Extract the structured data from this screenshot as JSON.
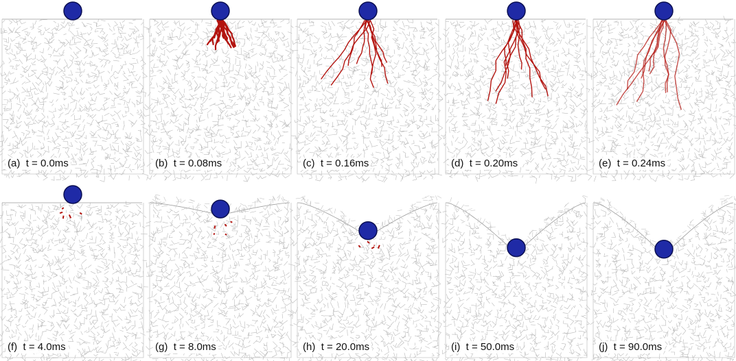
{
  "panels": [
    {
      "label": "(a)",
      "time": "t = 0.0ms",
      "stage": "impact",
      "ball_depth": 0.0,
      "crack_extent": 0.0,
      "crack_style": "none"
    },
    {
      "label": "(b)",
      "time": "t = 0.08ms",
      "stage": "impact",
      "ball_depth": 0.0,
      "crack_extent": 0.2,
      "crack_style": "dense"
    },
    {
      "label": "(c)",
      "time": "t = 0.16ms",
      "stage": "impact",
      "ball_depth": 0.0,
      "crack_extent": 0.45,
      "crack_style": "branching"
    },
    {
      "label": "(d)",
      "time": "t = 0.20ms",
      "stage": "impact",
      "ball_depth": 0.0,
      "crack_extent": 0.55,
      "crack_style": "branching"
    },
    {
      "label": "(e)",
      "time": "t = 0.24ms",
      "stage": "impact",
      "ball_depth": 0.0,
      "crack_extent": 0.6,
      "crack_style": "faded"
    },
    {
      "label": "(f)",
      "time": "t = 4.0ms",
      "stage": "penetration",
      "ball_depth": 0.0,
      "crack_extent": 0.1,
      "crack_style": "fragments"
    },
    {
      "label": "(g)",
      "time": "t = 8.0ms",
      "stage": "penetration",
      "ball_depth": 0.08,
      "crack_extent": 0.12,
      "crack_style": "fragments"
    },
    {
      "label": "(h)",
      "time": "t = 20.0ms",
      "stage": "penetration",
      "ball_depth": 0.22,
      "crack_extent": 0.05,
      "crack_style": "fragments"
    },
    {
      "label": "(i)",
      "time": "t = 50.0ms",
      "stage": "penetration",
      "ball_depth": 0.33,
      "crack_extent": 0.0,
      "crack_style": "none"
    },
    {
      "label": "(j)",
      "time": "t = 90.0ms",
      "stage": "penetration",
      "ball_depth": 0.34,
      "crack_extent": 0.0,
      "crack_style": "none"
    }
  ],
  "colors": {
    "ball_fill": "#1f2aa6",
    "ball_stroke": "#0b0f52",
    "crack": "#b3140f",
    "mesh": "#b9b9b9",
    "background": "#ffffff"
  }
}
